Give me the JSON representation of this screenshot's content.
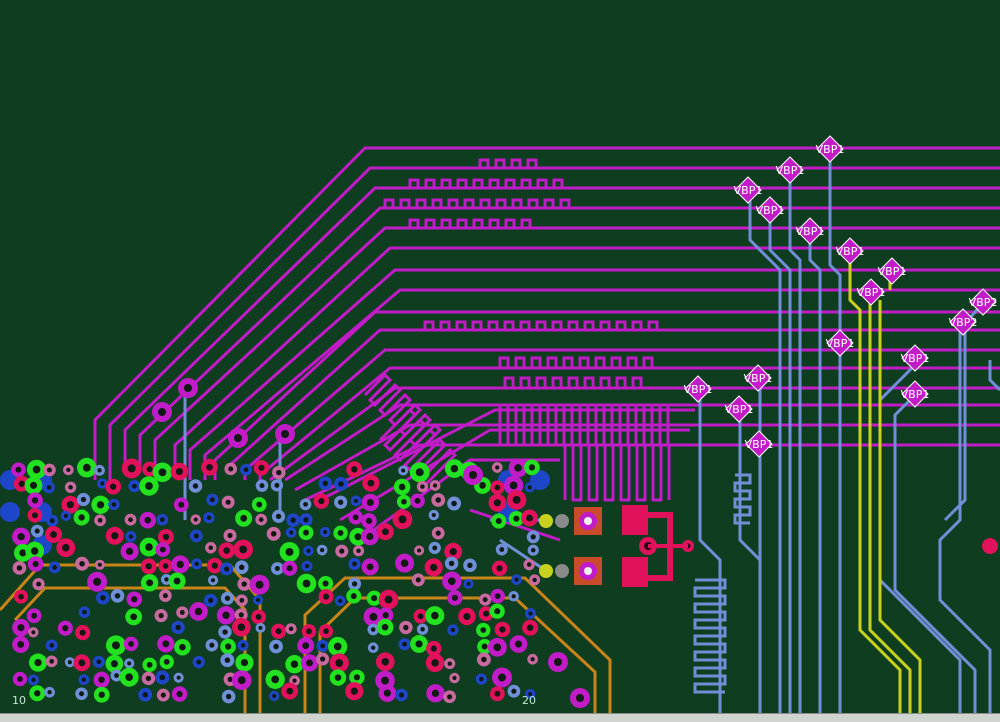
{
  "board": {
    "background": "#0f3d20",
    "layer_colors": {
      "top_trace": "#c21cc8",
      "inner_trace": "#6f8fd6",
      "power_trace": "#c8d21e",
      "outline": "#c8841a",
      "via_green": "#22e11f",
      "via_red": "#e2115c",
      "via_blue": "#1e46c8",
      "via_pink": "#c86aa0"
    }
  },
  "net_labels": {
    "vbp1": "VBP1",
    "vbp2": "VBP2"
  },
  "ruler": {
    "left_mark": "10",
    "mid_mark": "20"
  }
}
